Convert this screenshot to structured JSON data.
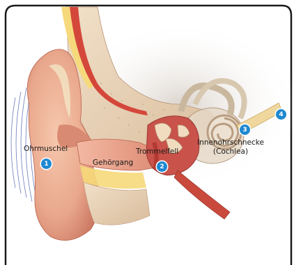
{
  "labels": {
    "ohrmuschel": "Ohrmuschel",
    "gehoergang": "Gehörgang",
    "trommelfell": "Trommelfell",
    "innenohrschnecke": "Innenohrschnecke",
    "cochlea": "(Cochlea)"
  },
  "badges": {
    "one": "1",
    "two": "2",
    "three": "3",
    "four": "4"
  },
  "colors": {
    "badge": "#1e88d0",
    "skin": "#e9a88d",
    "skin_dark": "#c9755f",
    "bone": "#e8d3b8",
    "cartilage": "#f3e6c4",
    "fat": "#f6d97a",
    "tympanic": "#c8413a",
    "muscle": "#c94a3c",
    "sound_wave": "#3a4fa8"
  }
}
